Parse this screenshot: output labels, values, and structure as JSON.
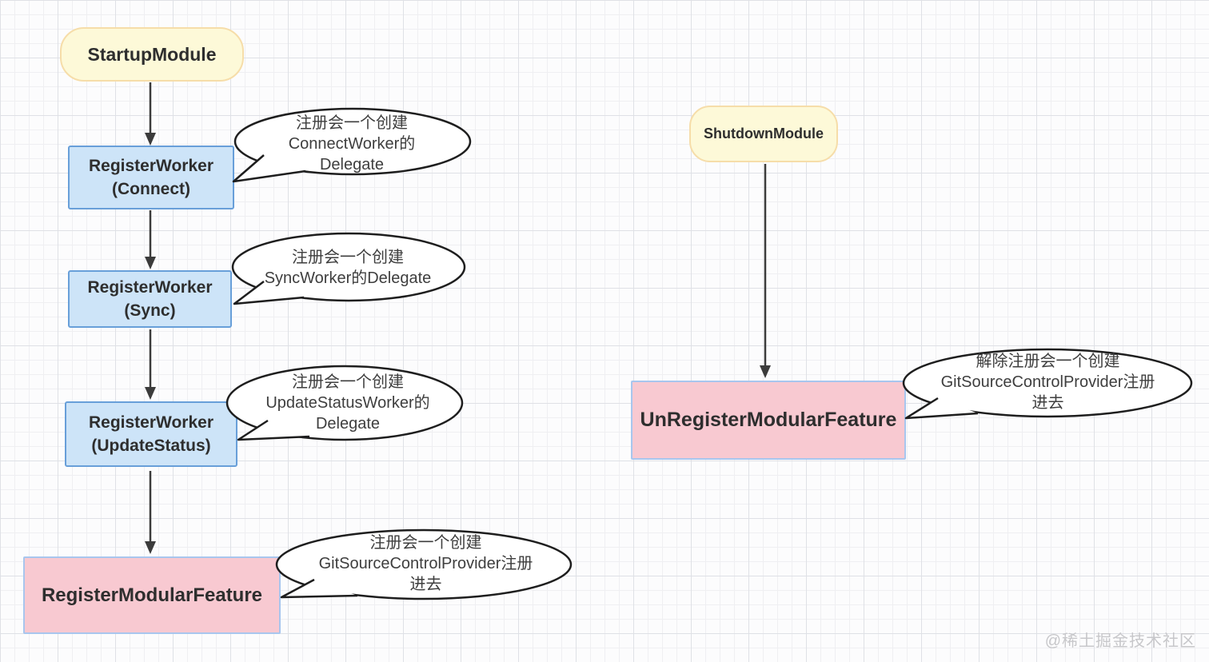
{
  "nodes": {
    "startup": {
      "label": "StartupModule"
    },
    "register_worker_connect": {
      "line1": "RegisterWorker",
      "line2": "(Connect)"
    },
    "register_worker_sync": {
      "line1": "RegisterWorker",
      "line2": "(Sync)"
    },
    "register_worker_update_status": {
      "line1": "RegisterWorker",
      "line2": "(UpdateStatus)"
    },
    "register_modular_feature": {
      "label": "RegisterModularFeature"
    },
    "shutdown": {
      "label": "ShutdownModule"
    },
    "unregister_modular_feature": {
      "label": "UnRegisterModularFeature"
    }
  },
  "callouts": {
    "connect": {
      "lines": [
        "注册会一个创建",
        "ConnectWorker的",
        "Delegate"
      ]
    },
    "sync": {
      "lines": [
        "注册会一个创建",
        "SyncWorker的Delegate"
      ]
    },
    "update_status": {
      "lines": [
        "注册会一个创建",
        "UpdateStatusWorker的",
        "Delegate"
      ]
    },
    "register_feature": {
      "lines": [
        "注册会一个创建",
        "GitSourceControlProvider注册",
        "进去"
      ]
    },
    "unregister_feature": {
      "lines": [
        "解除注册会一个创建",
        "GitSourceControlProvider注册",
        "进去"
      ]
    }
  },
  "watermark": {
    "text": "@稀土掘金技术社区"
  },
  "colors": {
    "start_node_fill": "#fdf9d8",
    "start_node_border": "#f6dda9",
    "worker_node_fill": "#cde4f8",
    "worker_node_border": "#689fd9",
    "feature_node_fill": "#f8c9d1",
    "feature_node_border": "#a8c6ee",
    "arrow": "#3b3b3b",
    "bubble_border": "#1e1e1e",
    "bubble_fill": "#ffffff",
    "watermark_text": "#c7c7ca"
  }
}
